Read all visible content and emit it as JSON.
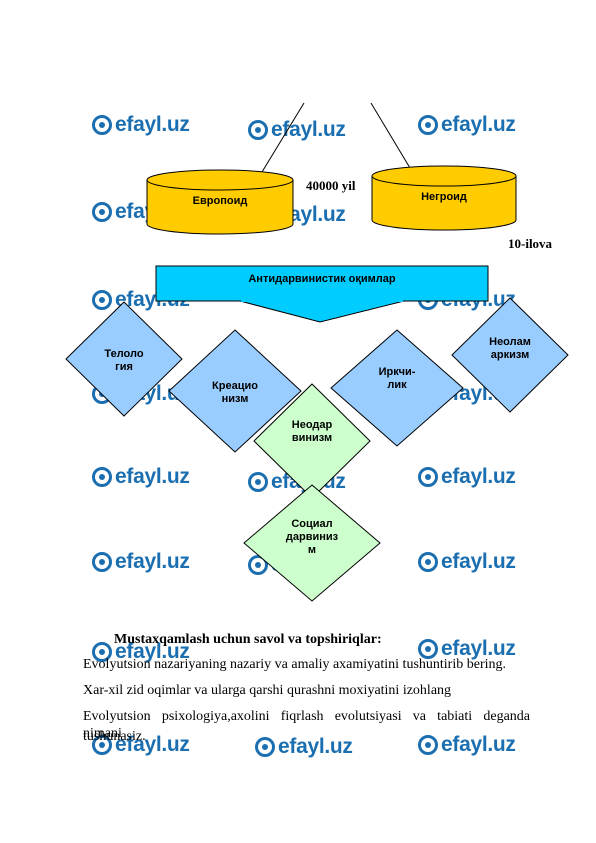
{
  "watermark": {
    "text": "efayl.uz",
    "color": "#1b6fb0"
  },
  "diagram": {
    "cylinder_left": "Европоид",
    "cylinder_right": "Негроид",
    "years_label": "40000 yil",
    "appendix_label": "10-ilova",
    "banner_text": "Антидарвинистик оқимлар",
    "nodes": {
      "teleology": [
        "Телоло",
        "гия"
      ],
      "creationism": [
        "Креацио",
        "низм"
      ],
      "neodarwinism": [
        "Неодар",
        "винизм"
      ],
      "racism": [
        "Иркчи-",
        "лик"
      ],
      "neolamarckism": [
        "Неолам",
        "аркизм"
      ],
      "social_darwinism": [
        "Социал",
        "дарвиниз",
        "м"
      ]
    },
    "colors": {
      "cylinder": "#ffcc00",
      "banner": "#00ccff",
      "blue_node": "#99ccff",
      "green_node": "#ccffcc"
    }
  },
  "text": {
    "heading": "Mustaxqamlash uchun savol va topshiriqlar:",
    "q1": "Evolyutsion nazariyaning nazariy va amaliy axamiyatini tushuntirib bering.",
    "q2": "Xar-xil zid oqimlar va ularga qarshi qurashni moxiyatini izohlang",
    "q3_line1": "Evolyutsion psixologiya,axolini fiqrlash evolutsiyasi va tabiati deganda nimani",
    "q3_line2": "tushunasiz."
  }
}
